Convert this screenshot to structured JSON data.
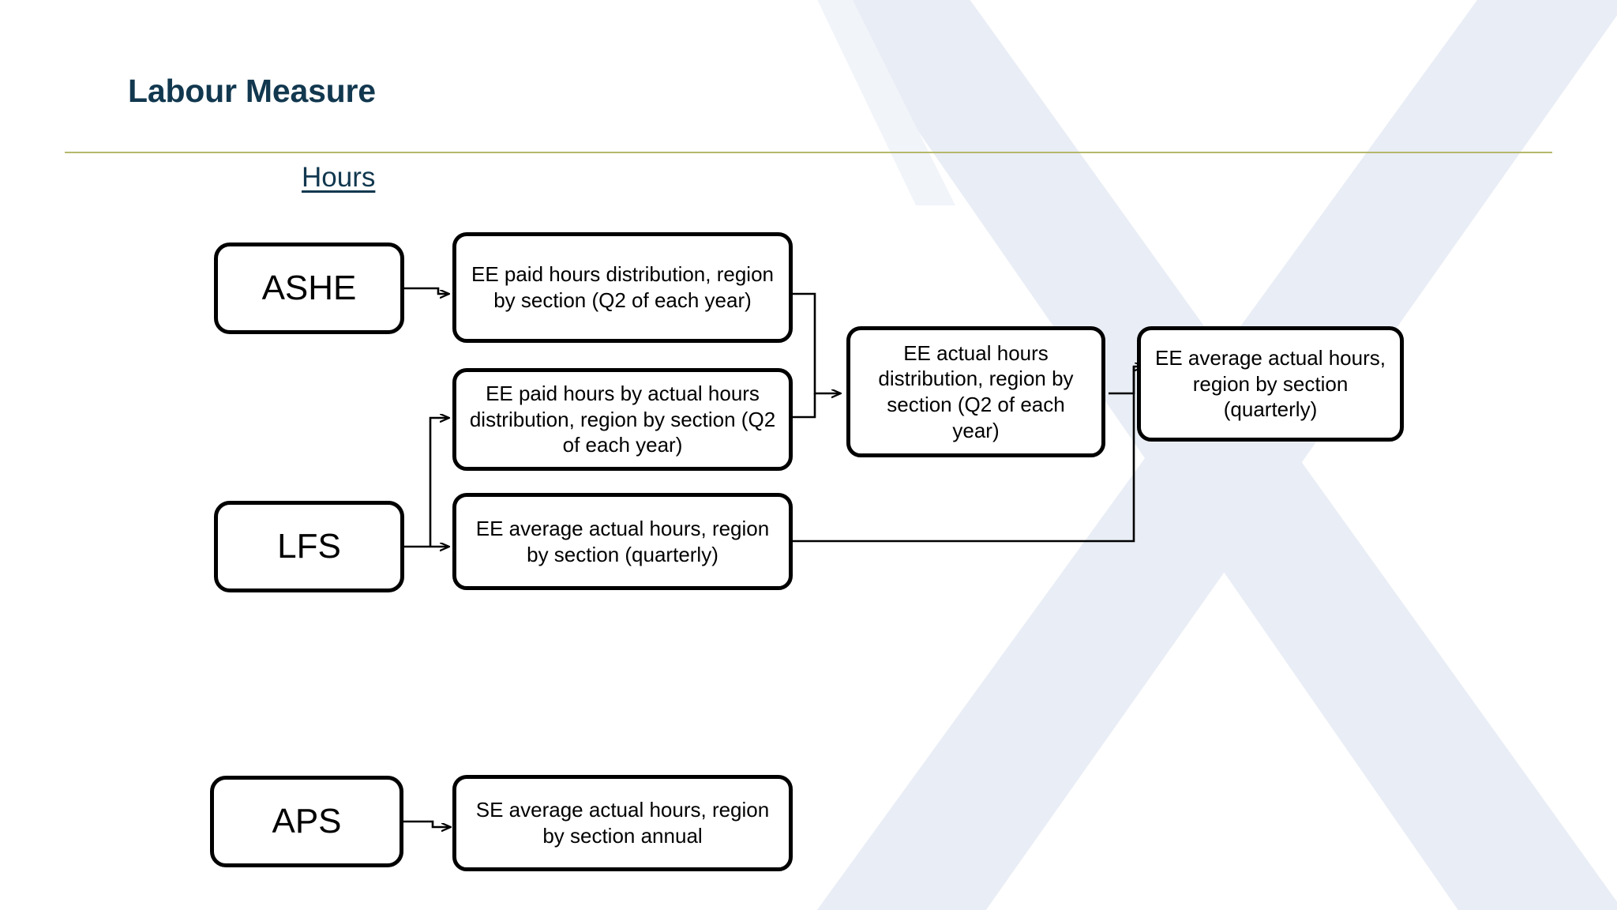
{
  "slide": {
    "title": "Labour Measure",
    "section_label": "Hours",
    "accent_rule_color": "#b5b86b",
    "title_color": "#12384f",
    "background_color": "#ffffff",
    "watermark_color": "#e9edf5",
    "node_border_color": "#000000"
  },
  "diagram": {
    "sources": [
      {
        "id": "ashe",
        "label": "ASHE"
      },
      {
        "id": "lfs",
        "label": "LFS"
      },
      {
        "id": "aps",
        "label": "APS"
      }
    ],
    "nodes": [
      {
        "id": "ee-paid-hours-dist",
        "label": "EE paid hours distribution, region by section (Q2 of each year)"
      },
      {
        "id": "ee-paid-by-actual-hours-dist",
        "label": "EE paid hours by actual hours distribution, region by section (Q2 of each year)"
      },
      {
        "id": "ee-avg-actual-hours-quarterly",
        "label": "EE average actual hours, region by section (quarterly)"
      },
      {
        "id": "ee-actual-hours-dist",
        "label": "EE actual hours distribution, region by section (Q2 of each year)"
      },
      {
        "id": "ee-avg-actual-hours-final",
        "label": "EE average actual hours, region by section (quarterly)"
      },
      {
        "id": "se-avg-actual-hours-annual",
        "label": "SE average actual hours, region by section annual"
      }
    ],
    "edges": [
      {
        "from": "ashe",
        "to": "ee-paid-hours-dist"
      },
      {
        "from": "lfs",
        "to": "ee-paid-by-actual-hours-dist"
      },
      {
        "from": "lfs",
        "to": "ee-avg-actual-hours-quarterly"
      },
      {
        "from": "ee-paid-hours-dist",
        "to": "ee-actual-hours-dist"
      },
      {
        "from": "ee-paid-by-actual-hours-dist",
        "to": "ee-actual-hours-dist"
      },
      {
        "from": "ee-actual-hours-dist",
        "to": "ee-avg-actual-hours-final"
      },
      {
        "from": "ee-avg-actual-hours-quarterly",
        "to": "ee-avg-actual-hours-final"
      },
      {
        "from": "aps",
        "to": "se-avg-actual-hours-annual"
      }
    ]
  }
}
